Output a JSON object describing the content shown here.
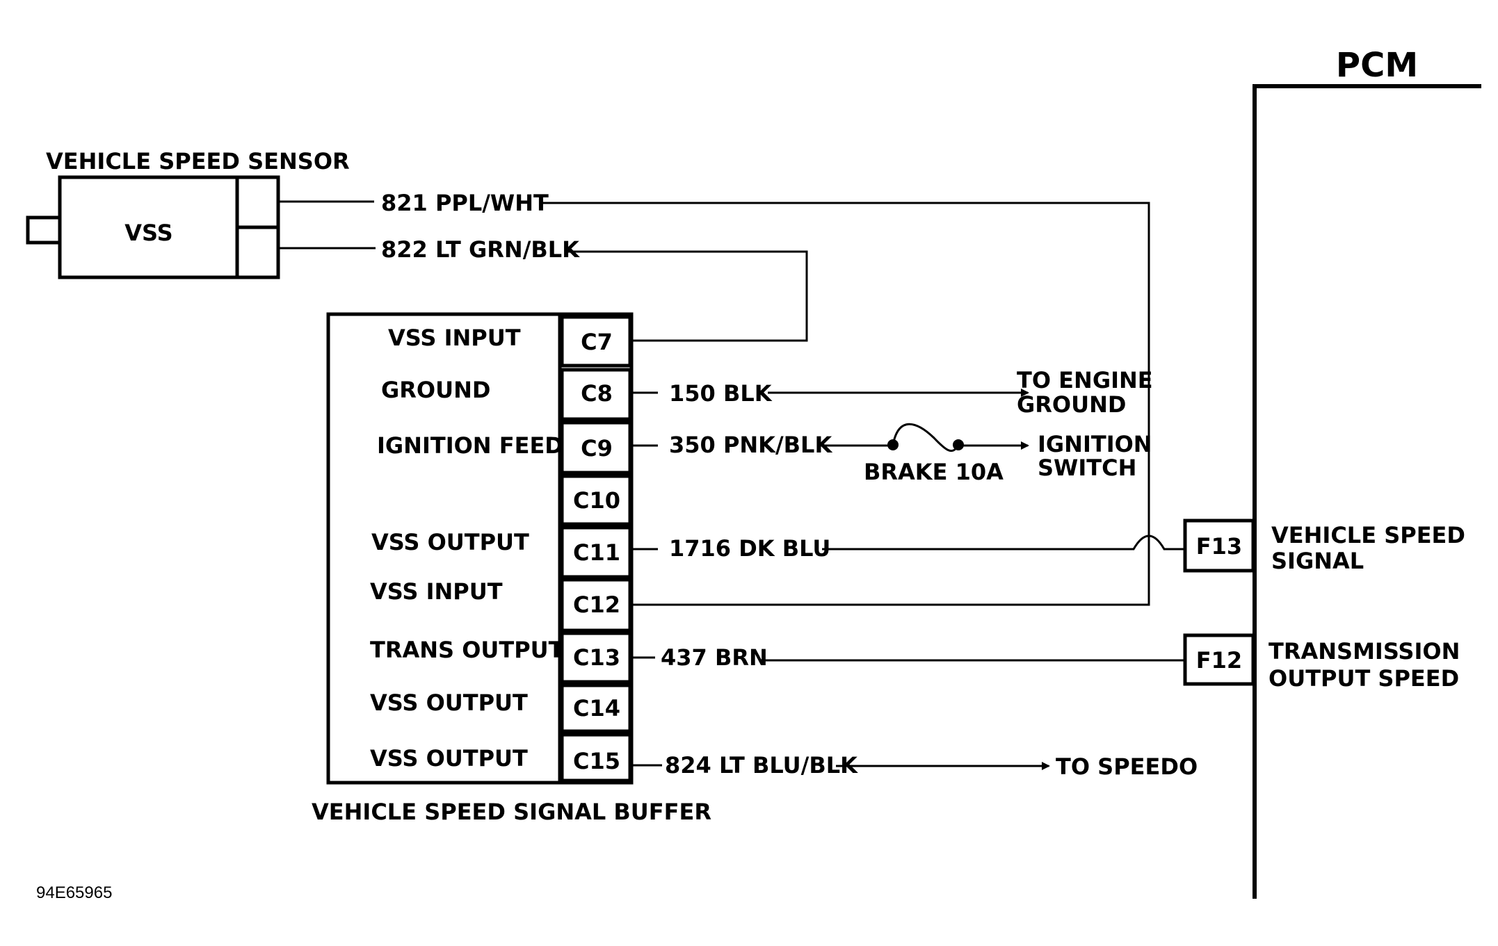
{
  "pcm": {
    "title": "PCM"
  },
  "sensor": {
    "title": "VEHICLE SPEED SENSOR",
    "label": "VSS"
  },
  "buffer": {
    "title": "VEHICLE SPEED SIGNAL BUFFER",
    "pins": [
      {
        "name": "VSS INPUT",
        "pin": "C7"
      },
      {
        "name": "GROUND",
        "pin": "C8"
      },
      {
        "name": "IGNITION FEED",
        "pin": "C9"
      },
      {
        "name": "",
        "pin": "C10"
      },
      {
        "name": "VSS OUTPUT",
        "pin": "C11"
      },
      {
        "name": "VSS INPUT",
        "pin": "C12"
      },
      {
        "name": "TRANS OUTPUT",
        "pin": "C13"
      },
      {
        "name": "VSS OUTPUT",
        "pin": "C14"
      },
      {
        "name": "VSS OUTPUT",
        "pin": "C15"
      }
    ]
  },
  "wires": {
    "w821": "821 PPL/WHT",
    "w822": "822 LT GRN/BLK",
    "w150": "150 BLK",
    "w350": "350 PNK/BLK",
    "w1716": "1716 DK BLU",
    "w437": "437 BRN",
    "w824": "824 LT BLU/BLK"
  },
  "fuse": {
    "label": "BRAKE 10A"
  },
  "destinations": {
    "engine_ground": [
      "TO ENGINE",
      "GROUND"
    ],
    "ignition_switch": [
      "IGNITION",
      "SWITCH"
    ],
    "speedo": "TO SPEEDO"
  },
  "pcm_pins": [
    {
      "pin": "F13",
      "desc": [
        "VEHICLE SPEED",
        "SIGNAL"
      ]
    },
    {
      "pin": "F12",
      "desc": [
        "TRANSMISSION",
        "OUTPUT SPEED"
      ]
    }
  ],
  "figure_id": "94E65965"
}
